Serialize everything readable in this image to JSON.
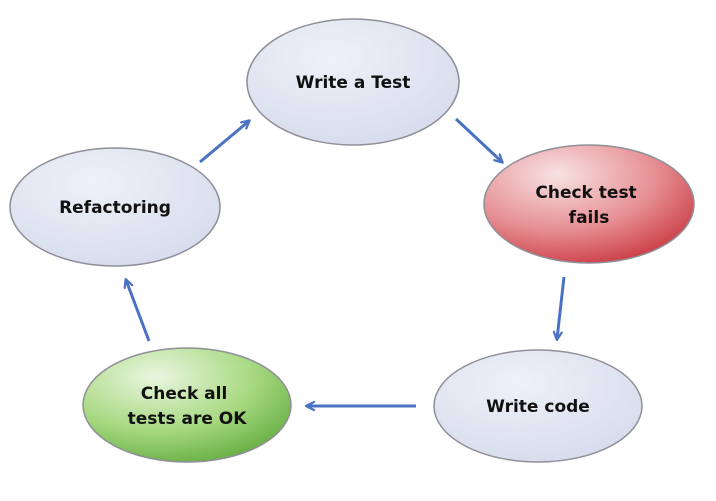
{
  "diagram": {
    "type": "cycle",
    "nodes": [
      {
        "id": "write-test",
        "lines": [
          "Write a Test"
        ],
        "color": "#dde3f1"
      },
      {
        "id": "check-fails",
        "lines": [
          "Check test",
          "fails"
        ],
        "color": "#e1696e"
      },
      {
        "id": "write-code",
        "lines": [
          "Write code"
        ],
        "color": "#dde3f1"
      },
      {
        "id": "check-ok",
        "lines": [
          "Check all",
          "tests are OK"
        ],
        "color": "#8fcb63"
      },
      {
        "id": "refactoring",
        "lines": [
          "Refactoring"
        ],
        "color": "#dde3f1"
      }
    ],
    "edges": [
      {
        "from": "write-test",
        "to": "check-fails"
      },
      {
        "from": "check-fails",
        "to": "write-code"
      },
      {
        "from": "write-code",
        "to": "check-ok"
      },
      {
        "from": "check-ok",
        "to": "refactoring"
      },
      {
        "from": "refactoring",
        "to": "write-test"
      }
    ],
    "colors": {
      "node_border": "#8f8f98",
      "arrow": "#4a72c4"
    }
  }
}
